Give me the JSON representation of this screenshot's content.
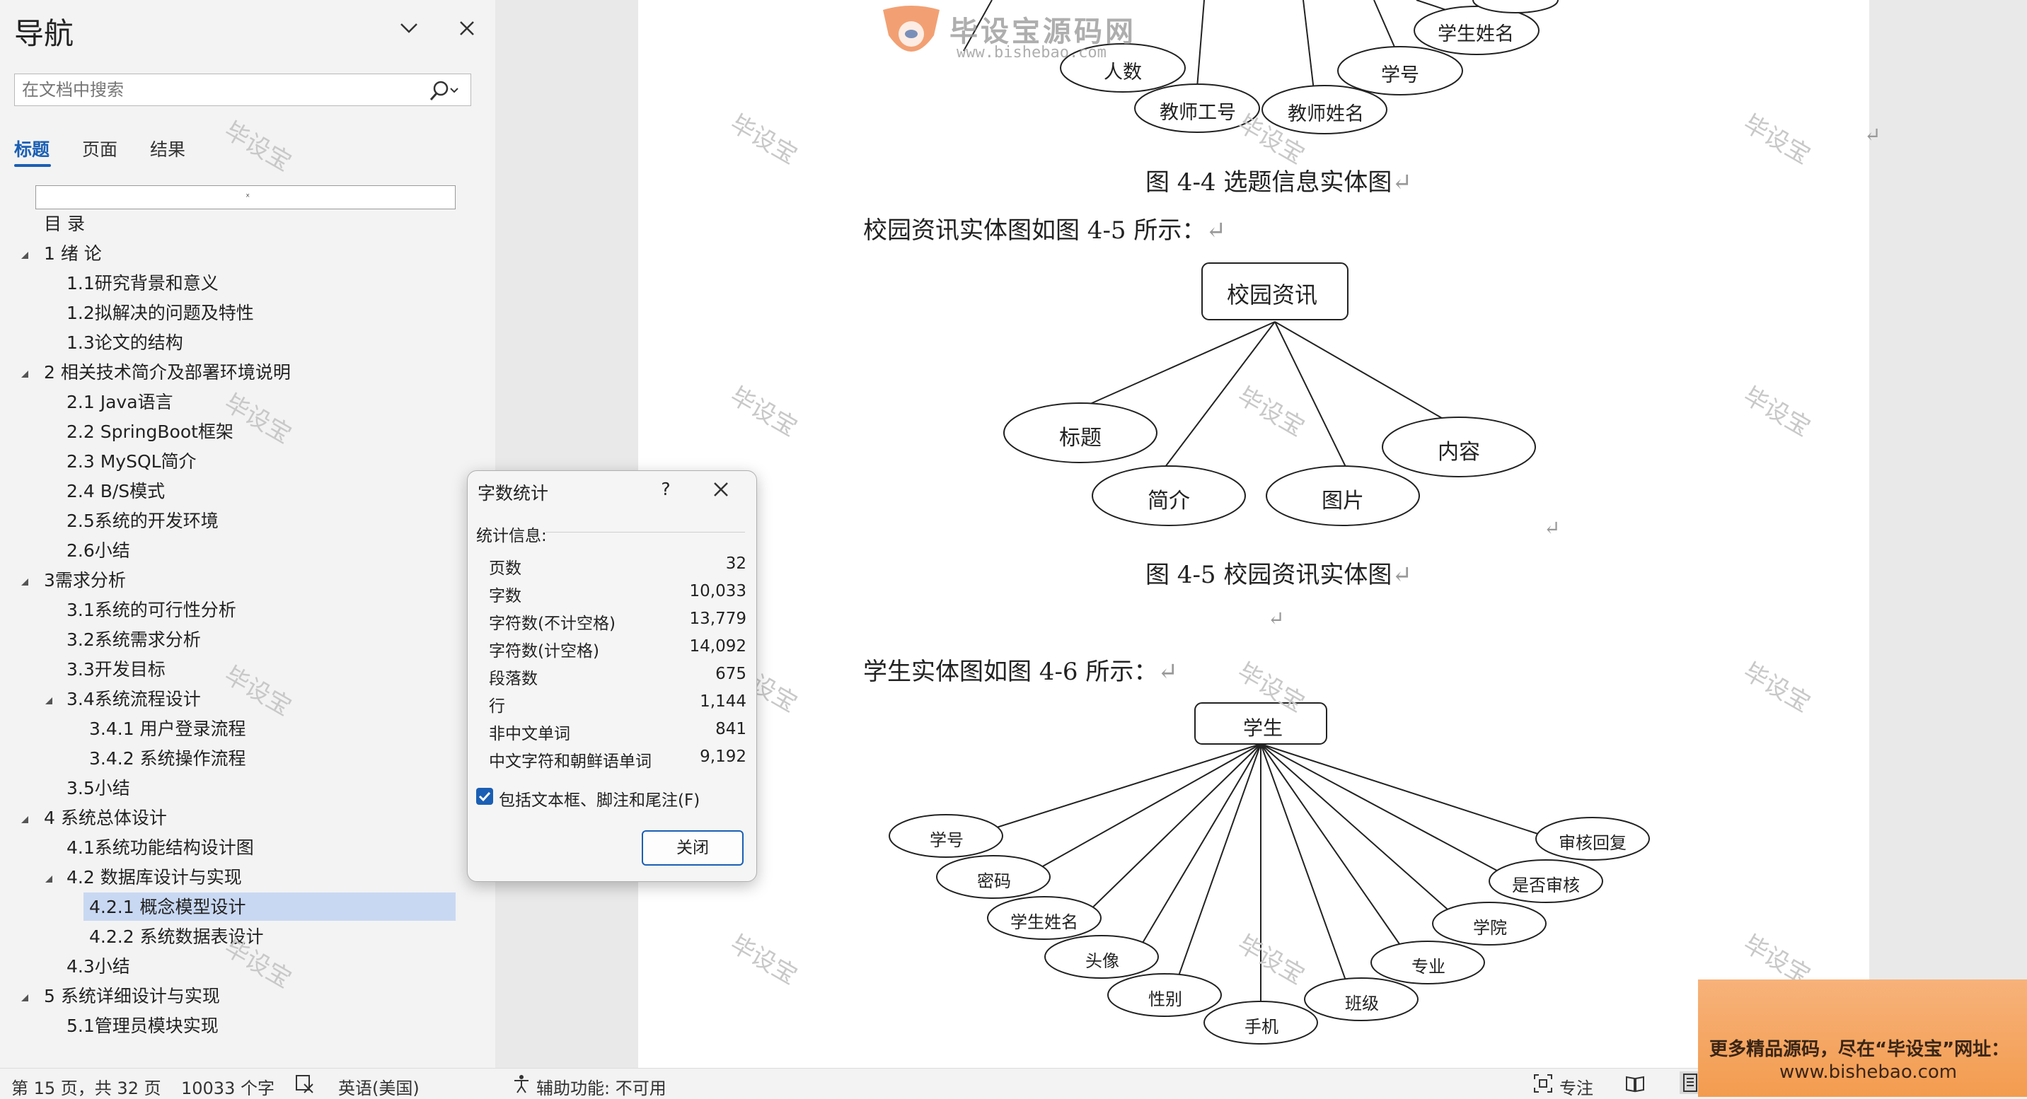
{
  "nav": {
    "title": "导航",
    "search_placeholder": "在文档中搜索",
    "tabs": [
      "标题",
      "页面",
      "结果"
    ],
    "toc": [
      {
        "label": "目 录"
      },
      {
        "label": "1 绪 论"
      },
      {
        "label": "1.1研究背景和意义"
      },
      {
        "label": "1.2拟解决的问题及特性"
      },
      {
        "label": "1.3论文的结构"
      },
      {
        "label": "2 相关技术简介及部署环境说明"
      },
      {
        "label": "2.1 Java语言"
      },
      {
        "label": "2.2 SpringBoot框架"
      },
      {
        "label": "2.3 MySQL简介"
      },
      {
        "label": "2.4 B/S模式"
      },
      {
        "label": "2.5系统的开发环境"
      },
      {
        "label": "2.6小结"
      },
      {
        "label": "3需求分析"
      },
      {
        "label": "3.1系统的可行性分析"
      },
      {
        "label": "3.2系统需求分析"
      },
      {
        "label": "3.3开发目标"
      },
      {
        "label": "3.4系统流程设计"
      },
      {
        "label": "3.4.1 用户登录流程"
      },
      {
        "label": "3.4.2 系统操作流程"
      },
      {
        "label": "3.5小结"
      },
      {
        "label": "4 系统总体设计"
      },
      {
        "label": "4.1系统功能结构设计图"
      },
      {
        "label": "4.2 数据库设计与实现"
      },
      {
        "label": "4.2.1 概念模型设计"
      },
      {
        "label": "4.2.2 系统数据表设计"
      },
      {
        "label": "4.3小结"
      },
      {
        "label": "5 系统详细设计与实现"
      },
      {
        "label": "5.1管理员模块实现"
      }
    ]
  },
  "watermark": "毕设宝",
  "logo": {
    "text": "毕设宝源码网",
    "url": "www.bishebao.com"
  },
  "doc": {
    "fig44_nodes": [
      "学生姓名",
      "人数",
      "学号",
      "教师工号",
      "教师姓名"
    ],
    "fig44_caption": "图 4-4 选题信息实体图",
    "para_45": "校园资讯实体图如图 4-5 所示：",
    "fig45_entity": "校园资讯",
    "fig45_attrs": [
      "标题",
      "内容",
      "简介",
      "图片"
    ],
    "fig45_caption": "图 4-5 校园资讯实体图",
    "para_46": "学生实体图如图 4-6 所示：",
    "fig46_entity": "学生",
    "fig46_attrs": [
      "学号",
      "密码",
      "学生姓名",
      "头像",
      "性别",
      "手机",
      "班级",
      "专业",
      "学院",
      "是否审核",
      "审核回复"
    ],
    "para_mark": "↵"
  },
  "dialog": {
    "title": "字数统计",
    "help": "?",
    "section": "统计信息:",
    "stats": [
      {
        "label": "页数",
        "value": "32"
      },
      {
        "label": "字数",
        "value": "10,033"
      },
      {
        "label": "字符数(不计空格)",
        "value": "13,779"
      },
      {
        "label": "字符数(计空格)",
        "value": "14,092"
      },
      {
        "label": "段落数",
        "value": "675"
      },
      {
        "label": "行",
        "value": "1,144"
      },
      {
        "label": "非中文单词",
        "value": "841"
      },
      {
        "label": "中文字符和朝鲜语单词",
        "value": "9,192"
      }
    ],
    "checkbox_label": "包括文本框、脚注和尾注(F)",
    "checkbox_checked": true,
    "close_button": "关闭"
  },
  "status": {
    "page": "第 15 页，共 32 页",
    "words": "10033 个字",
    "language": "英语(美国)",
    "accessibility": "辅助功能: 不可用",
    "focus": "专注"
  },
  "ad": {
    "line1": "更多精品源码，尽在“毕设宝”网址：",
    "line2": "www.bishebao.com"
  },
  "colors": {
    "accent": "#1a5fb4",
    "highlight": "#c9d8f2"
  }
}
